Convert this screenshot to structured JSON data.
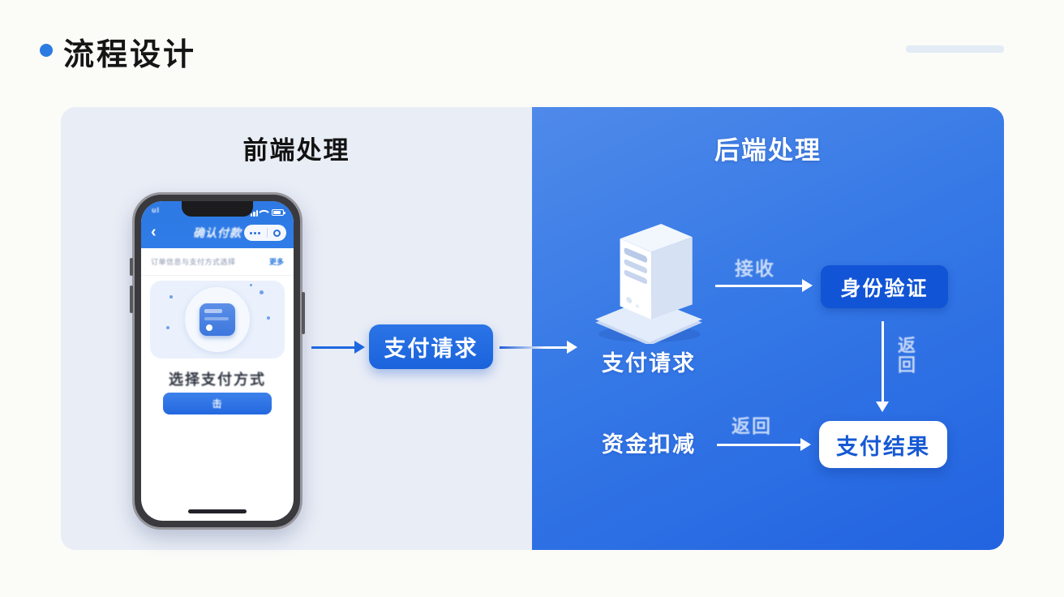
{
  "slide": {
    "title": "流程设计"
  },
  "front": {
    "heading": "前端处理",
    "phone": {
      "carrier": "ul",
      "nav_title": "确认付款",
      "subheader_text": "订单信息与支付方式选择",
      "subheader_link": "更多",
      "choose_label": "选择支付方式",
      "pay_button_label": "击"
    }
  },
  "flow": {
    "request_button": "支付请求"
  },
  "back": {
    "heading": "后端处理",
    "server_label": "支付请求",
    "receive_label": "接收",
    "verify_box": "身份验证",
    "return_vertical_label": "返回",
    "deduct_label": "资金扣减",
    "return_label": "返回",
    "result_box": "支付结果"
  },
  "colors": {
    "accent_blue": "#2b7be2",
    "panel_left_bg": "#e9edf6",
    "panel_right_top": "#4f8ae9",
    "panel_right_bottom": "#2263e0",
    "request_button_blue": "#1b63dc",
    "verify_box_blue": "#1154d6",
    "result_text_blue": "#1659d4"
  }
}
